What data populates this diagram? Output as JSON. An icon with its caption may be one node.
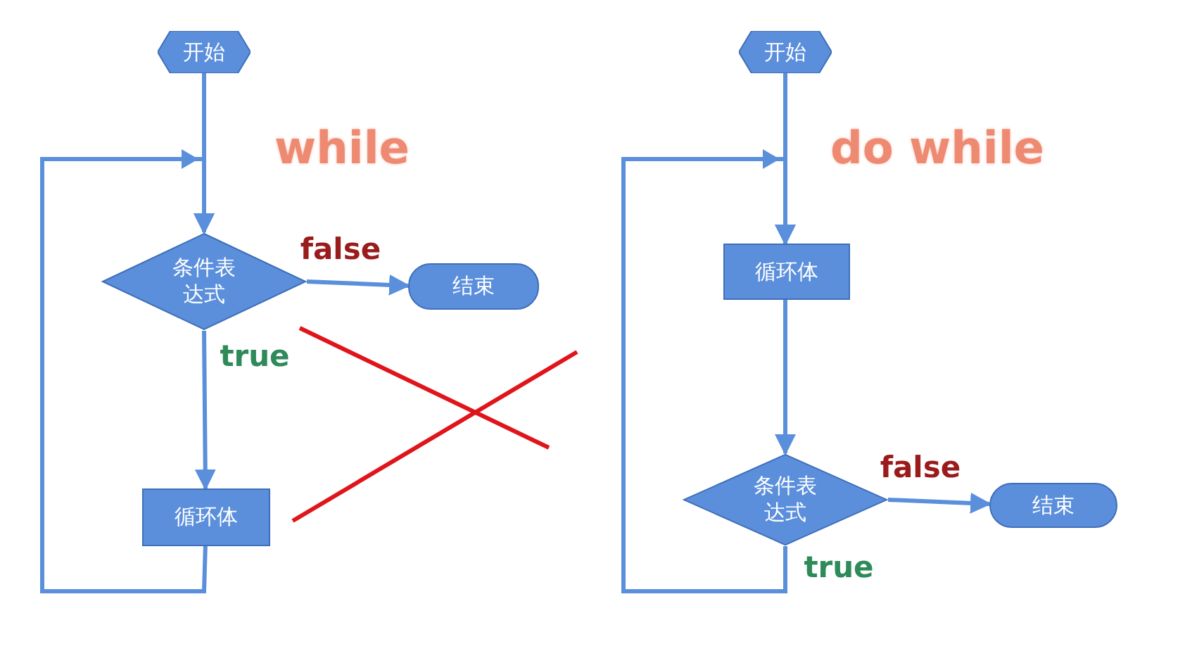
{
  "diagram": {
    "nodes": [
      {
        "text": [
          "开始"
        ]
      },
      {
        "text": [
          "条件表达式"
        ]
      },
      {
        "text": [
          "结束"
        ]
      },
      {
        "text": [
          "循环体"
        ]
      },
      {
        "text": [
          "开始"
        ]
      },
      {
        "text": [
          "循环体"
        ]
      },
      {
        "text": [
          "条件表达式"
        ]
      },
      {
        "text": [
          "结束"
        ]
      }
    ],
    "edges": [
      {
        "from": 0,
        "to": 1,
        "arrow": "to"
      },
      {
        "from": 1,
        "to": 2,
        "arrow": "to",
        "label": "false"
      },
      {
        "from": 1,
        "to": 3,
        "arrow": "to",
        "label": "true"
      },
      {
        "from": 3,
        "to": 1,
        "arrow": "to"
      },
      {
        "from": 4,
        "to": 5,
        "arrow": "to"
      },
      {
        "from": 5,
        "to": 6,
        "arrow": "to"
      },
      {
        "from": 6,
        "to": 7,
        "arrow": "to",
        "label": "false"
      },
      {
        "from": 6,
        "to": 5,
        "arrow": "to",
        "label": "true"
      }
    ],
    "labels": [
      "while",
      "do while"
    ]
  }
}
